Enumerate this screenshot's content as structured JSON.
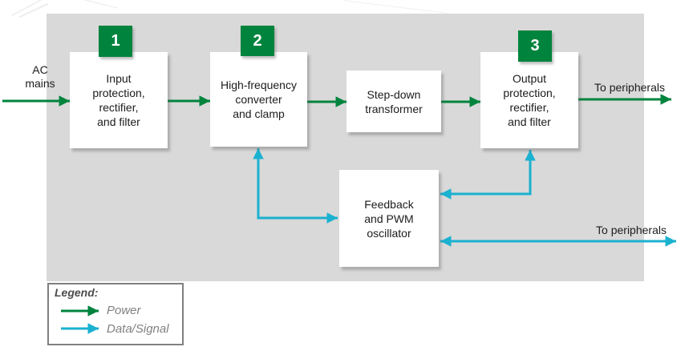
{
  "colors": {
    "power": "#00843D",
    "signal": "#1BB1D0",
    "panel": "#D9D9D9",
    "ink": "#1C1C1C",
    "muted": "#808080",
    "legend_title": "#4D4D4D",
    "block_bg": "#FFFFFF"
  },
  "labels": {
    "ac_mains": "AC\nmains",
    "to_peripherals_top": "To peripherals",
    "to_peripherals_bottom": "To peripherals"
  },
  "blocks": [
    {
      "badge": "1",
      "label": "Input\nprotection,\nrectifier,\nand filter"
    },
    {
      "badge": "2",
      "label": "High-frequency\nconverter\nand clamp"
    },
    {
      "badge": "",
      "label": "Step-down\ntransformer"
    },
    {
      "badge": "3",
      "label": "Output\nprotection,\nrectifier,\nand filter"
    },
    {
      "badge": "",
      "label": "Feedback\nand PWM\noscillator"
    }
  ],
  "legend": {
    "title": "Legend:",
    "items": [
      {
        "label": "Power",
        "kind": "power"
      },
      {
        "label": "Data/Signal",
        "kind": "signal"
      }
    ]
  }
}
